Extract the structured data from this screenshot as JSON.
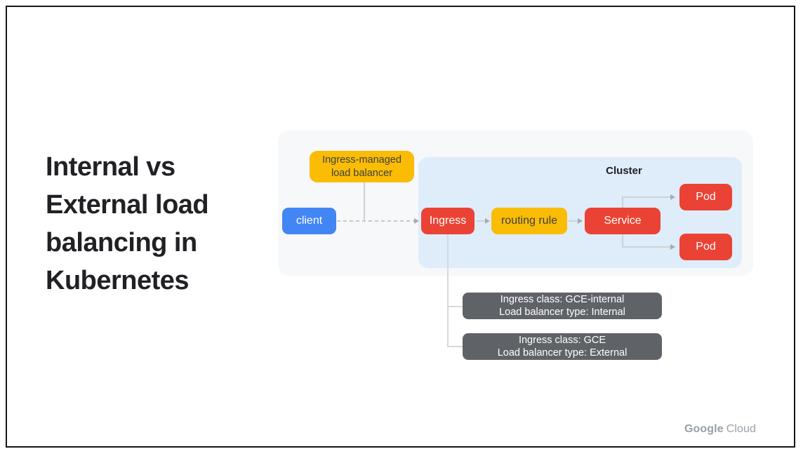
{
  "slide": {
    "title": "Internal vs\nExternal load\nbalancing in\nKubernetes"
  },
  "diagram": {
    "cluster_label": "Cluster",
    "nodes": {
      "load_balancer": {
        "label": "Ingress-managed\nload balancer"
      },
      "client": {
        "label": "client"
      },
      "ingress": {
        "label": "Ingress"
      },
      "routing_rule": {
        "label": "routing rule"
      },
      "service": {
        "label": "Service"
      },
      "pod_top": {
        "label": "Pod"
      },
      "pod_bottom": {
        "label": "Pod"
      }
    },
    "notes": {
      "internal": {
        "line1": "Ingress class: GCE-internal",
        "line2": "Load balancer type: Internal"
      },
      "external": {
        "line1": "Ingress class: GCE",
        "line2": "Load balancer type: External"
      }
    },
    "colors": {
      "blue": "#4285F4",
      "red": "#EA4335",
      "yellow": "#FBBC04",
      "note_gray": "#5F6368",
      "panel_bg": "#F6F8FA",
      "cluster_bg": "#DFEDFA",
      "connector": "#CDD1D5",
      "title_text": "#202124",
      "footer_text": "#9AA0A6"
    }
  },
  "footer": {
    "brand_primary": "Google",
    "brand_secondary": "Cloud"
  }
}
